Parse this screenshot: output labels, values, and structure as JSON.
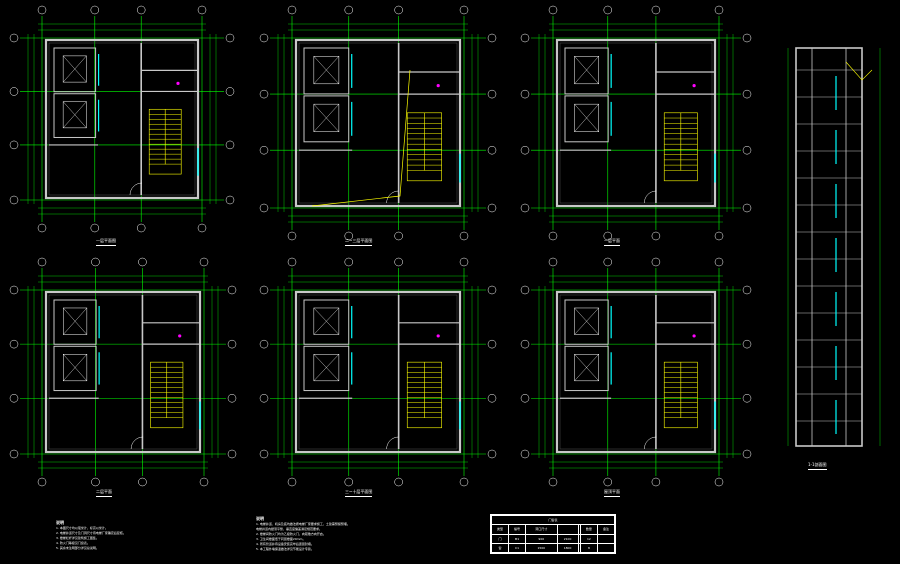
{
  "drawing": {
    "background": "#000000",
    "colors": {
      "grid": "#00ff00",
      "wall": "#c8c8c8",
      "stair": "#ffff00",
      "window": "#00ffff",
      "axis_bubble": "#ffffff",
      "dim_text": "#ffffff",
      "accent": "#ff00ff",
      "annotation": "#ffff00"
    }
  },
  "plans": [
    {
      "id": "p1",
      "title": "一层平面图"
    },
    {
      "id": "p2",
      "title": "二~三层平面图"
    },
    {
      "id": "p3",
      "title": "一层平面"
    },
    {
      "id": "p4",
      "title": "二层平面"
    },
    {
      "id": "p5",
      "title": "三~十层平面图"
    },
    {
      "id": "p6",
      "title": "屋顶平面"
    }
  ],
  "section": {
    "title": "1-1剖面图"
  },
  "notes_left": {
    "title": "说明",
    "lines": [
      "1. 本图尺寸均以毫米计，标高以米计。",
      "2. 电梯井道尺寸及门洞尺寸待电梯厂家确定后复核。",
      "3. 楼梯栏杆详见建筑施工图集。",
      "4. 防火门等级见门窗表。",
      "5. 其余未注明部分详见总说明。"
    ]
  },
  "notes_right": {
    "title": "说明",
    "lines": [
      "1. 电梯井道、机房及底坑做法按电梯厂家要求施工，土建需预留预埋。",
      "   电梯井道内壁须平整，垂直度偏差满足规范要求。",
      "2. 楼梯间防火门均为乙级防火门，向疏散方向开启。",
      "3. 卫生间楼面低于同层楼面20mm。",
      "4. 所有管道井待设备安装完毕后逐层封堵。",
      "5. 本工程外墙保温做法详见节能设计专篇。"
    ]
  },
  "schedule": {
    "title": "门窗表",
    "header": [
      "类型",
      "编号",
      "洞口尺寸",
      "",
      "",
      "数量",
      "备注"
    ],
    "rows": [
      [
        "门",
        "M1",
        "900",
        "2100",
        "",
        "12",
        ""
      ],
      [
        "窗",
        "C1",
        "1500",
        "1800",
        "",
        "8",
        ""
      ]
    ]
  }
}
